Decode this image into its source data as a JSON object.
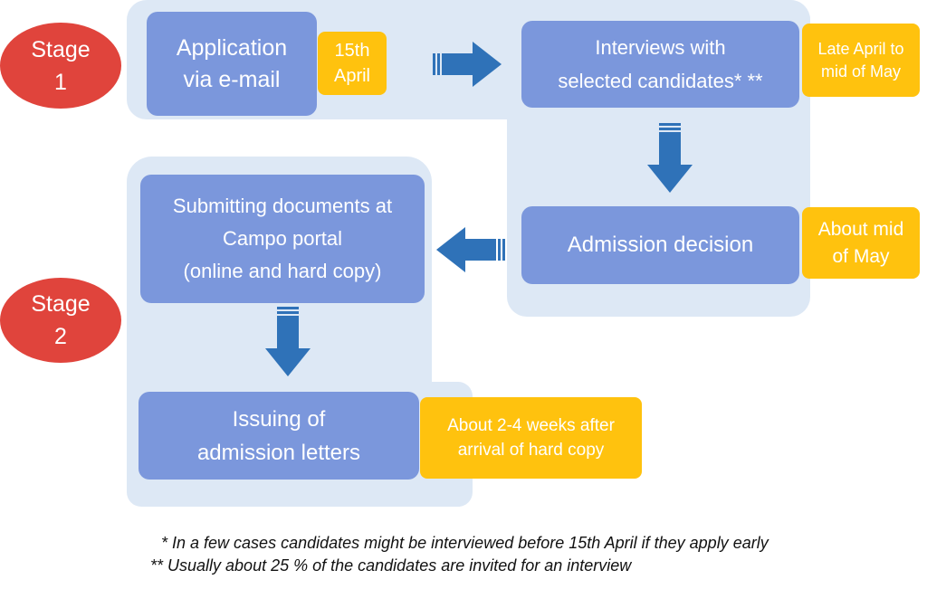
{
  "stages": {
    "stage1": "Stage\n1",
    "stage2": "Stage\n2"
  },
  "steps": {
    "application": "Application\nvia e-mail",
    "interviews": "Interviews with\nselected candidates* **",
    "admission_decision": "Admission decision",
    "submitting_documents": "Submitting documents at\nCampo portal\n(online and hard copy)",
    "issuing_letters": "Issuing of\nadmission letters"
  },
  "dates": {
    "application": "15th\nApril",
    "interviews": "Late April to\nmid of May",
    "admission_decision": "About mid\nof May",
    "issuing_letters": "About 2-4 weeks after\narrival of hard copy"
  },
  "footnotes": {
    "note1": "* In a few cases candidates might be interviewed before 15th April if they apply early",
    "note2": "** Usually about 25 % of the candidates are invited for an interview"
  },
  "colors": {
    "step_box": "#7b97dc",
    "date_tag": "#ffc20e",
    "stage_oval": "#e0443c",
    "background_panel": "#dde8f5",
    "arrow": "#2f72b8"
  },
  "icons": {
    "flow_arrow": "block-arrow-icon"
  }
}
